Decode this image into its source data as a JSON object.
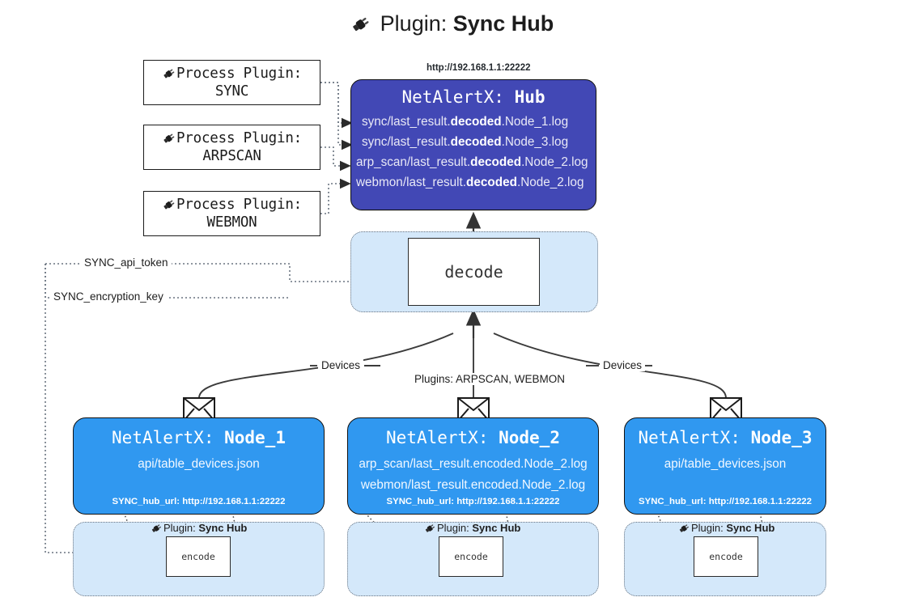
{
  "header": {
    "plug_icon": "plug-icon",
    "prefix": "Plugin: ",
    "title": "Sync Hub"
  },
  "process_plugins": [
    {
      "line1": "Process Plugin:",
      "line2": "SYNC",
      "icon": "plug-icon"
    },
    {
      "line1": "Process Plugin:",
      "line2": "ARPSCAN",
      "icon": "plug-icon"
    },
    {
      "line1": "Process Plugin:",
      "line2": "WEBMON",
      "icon": "plug-icon"
    }
  ],
  "hub": {
    "url": "http://192.168.1.1:22222",
    "name_prefix": "NetAlertX: ",
    "name": "Hub",
    "logs": [
      {
        "pre": "sync/last_result.",
        "mid": "decoded",
        "post": ".Node_1.log"
      },
      {
        "pre": "sync/last_result.",
        "mid": "decoded",
        "post": ".Node_3.log"
      },
      {
        "pre": "arp_scan/last_result.",
        "mid": "decoded",
        "post": ".Node_2.log"
      },
      {
        "pre": "webmon/last_result.",
        "mid": "decoded",
        "post": ".Node_2.log"
      }
    ]
  },
  "decode": {
    "label": "decode"
  },
  "secrets": [
    {
      "label": "SYNC_api_token"
    },
    {
      "label": "SYNC_encryption_key"
    }
  ],
  "edge_labels": {
    "left_devices": "Devices",
    "right_devices": "Devices",
    "center_plugins": "Plugins: ARPSCAN, WEBMON"
  },
  "nodes": [
    {
      "name_prefix": "NetAlertX: ",
      "name": "Node_1",
      "lines": [
        "api/table_devices.json"
      ],
      "footer": "SYNC_hub_url: http://192.168.1.1:22222",
      "envelope_icon": "envelope-icon",
      "plugin_caption_prefix": "Plugin: ",
      "plugin_caption_title": "Sync Hub",
      "encode_label": "encode"
    },
    {
      "name_prefix": "NetAlertX: ",
      "name": "Node_2",
      "lines": [
        "arp_scan/last_result.encoded.Node_2.log",
        "webmon/last_result.encoded.Node_2.log"
      ],
      "footer": "SYNC_hub_url: http://192.168.1.1:22222",
      "envelope_icon": "envelope-icon",
      "plugin_caption_prefix": "Plugin: ",
      "plugin_caption_title": "Sync Hub",
      "encode_label": "encode"
    },
    {
      "name_prefix": "NetAlertX: ",
      "name": "Node_3",
      "lines": [
        "api/table_devices.json"
      ],
      "footer": "SYNC_hub_url: http://192.168.1.1:22222",
      "envelope_icon": "envelope-icon",
      "plugin_caption_prefix": "Plugin: ",
      "plugin_caption_title": "Sync Hub",
      "encode_label": "encode"
    }
  ],
  "colors": {
    "hub_fill": "#4248b5",
    "node_fill": "#3098f0",
    "band_fill": "#d4e8fa",
    "stroke": "#111111",
    "dotted": "#6a7480"
  }
}
